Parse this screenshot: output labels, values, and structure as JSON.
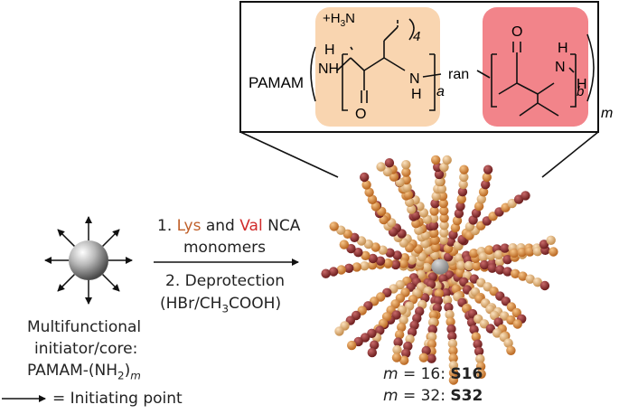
{
  "structure": {
    "core_label": "PAMAM",
    "nh": "NH",
    "lys_side_chain_prefix": "+H",
    "lys_side_chain_sub": "3",
    "lys_side_chain_suffix": "N",
    "chain_repeat": "4",
    "carbonyl_o": "O",
    "amide_nh": "N",
    "amide_h": "H",
    "subscript_a": "a",
    "random_link": "ran",
    "subscript_b": "b",
    "subscript_m": "m"
  },
  "reaction": {
    "step1_num": "1. ",
    "lys": "Lys",
    "and": " and ",
    "val": "Val",
    "nca": " NCA",
    "monomers": "monomers",
    "step2": "2. Deprotection",
    "acid_prefix": "(HBr/CH",
    "acid_sub": "3",
    "acid_suffix": "COOH)"
  },
  "initiator": {
    "line1": "Multifunctional",
    "line2": "initiator/core:",
    "line3_prefix": "PAMAM-(NH",
    "line3_sub": "2",
    "line3_suffix": ")",
    "line3_m": "m",
    "legend": "= Initiating point"
  },
  "products": [
    {
      "var": "m",
      "eq": " = 16: ",
      "name": "S16"
    },
    {
      "var": "m",
      "eq": " = 32: ",
      "name": "S32"
    }
  ],
  "colors": {
    "lys_text": "#c0602a",
    "val_text": "#d02a2a",
    "lys_box": "#f9d5b0",
    "val_box": "#f2848a",
    "bead_orange": "#d88a3a",
    "bead_maroon": "#8e2e2e",
    "bead_tan": "#e7bd8a"
  }
}
